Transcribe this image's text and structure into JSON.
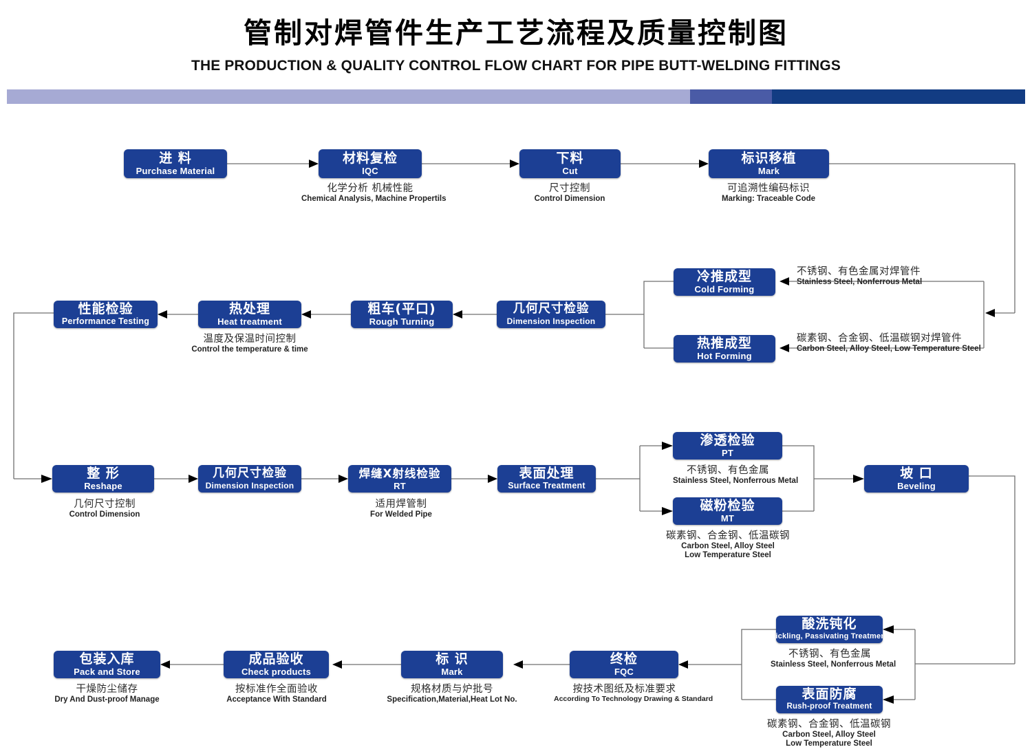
{
  "header": {
    "title_cn": "管制对焊管件生产工艺流程及质量控制图",
    "title_en": "THE PRODUCTION & QUALITY CONTROL FLOW CHART FOR PIPE BUTT-WELDING FITTINGS",
    "bar_colors": [
      "#a6aad4",
      "#4a5ba6",
      "#123c83"
    ]
  },
  "theme": {
    "box_fill": "#1c3f94",
    "box_text": "#ffffff",
    "connector": "#6f6f6f",
    "caption_text": "#222222"
  },
  "nodes": [
    {
      "id": "purchase",
      "cn": "进  料",
      "en": "Purchase Material"
    },
    {
      "id": "iqc",
      "cn": "材料复检",
      "en": "IQC"
    },
    {
      "id": "cut",
      "cn": "下料",
      "en": "Cut"
    },
    {
      "id": "mark1",
      "cn": "标识移植",
      "en": "Mark"
    },
    {
      "id": "cold",
      "cn": "冷推成型",
      "en": "Cold Forming"
    },
    {
      "id": "hot",
      "cn": "热推成型",
      "en": "Hot Forming"
    },
    {
      "id": "dim1",
      "cn": "几何尺寸检验",
      "en": "Dimension Inspection"
    },
    {
      "id": "rough",
      "cn": "粗车(平口)",
      "en": "Rough Turning"
    },
    {
      "id": "heat",
      "cn": "热处理",
      "en": "Heat treatment"
    },
    {
      "id": "perf",
      "cn": "性能检验",
      "en": "Performance Testing"
    },
    {
      "id": "reshape",
      "cn": "整  形",
      "en": "Reshape"
    },
    {
      "id": "dim2",
      "cn": "几何尺寸检验",
      "en": "Dimension Inspection"
    },
    {
      "id": "rt",
      "cn": "焊缝X射线检验",
      "en": "RT"
    },
    {
      "id": "surface",
      "cn": "表面处理",
      "en": "Surface Treatment"
    },
    {
      "id": "pt",
      "cn": "渗透检验",
      "en": "PT"
    },
    {
      "id": "mt",
      "cn": "磁粉检验",
      "en": "MT"
    },
    {
      "id": "bevel",
      "cn": "坡  口",
      "en": "Beveling"
    },
    {
      "id": "pickling",
      "cn": "酸洗钝化",
      "en": "Pickling, Passivating  Treatment"
    },
    {
      "id": "rustproof",
      "cn": "表面防腐",
      "en": "Rush-proof Treatment"
    },
    {
      "id": "fqc",
      "cn": "终检",
      "en": "FQC"
    },
    {
      "id": "mark2",
      "cn": "标  识",
      "en": "Mark"
    },
    {
      "id": "checkprod",
      "cn": "成品验收",
      "en": "Check products"
    },
    {
      "id": "pack",
      "cn": "包装入库",
      "en": "Pack and Store"
    }
  ],
  "captions": {
    "iqc": {
      "cn": "化学分析  机械性能",
      "en": "Chemical  Analysis,  Machine Propertils"
    },
    "cut": {
      "cn": "尺寸控制",
      "en": "Control Dimension"
    },
    "mark1": {
      "cn": "可追溯性编码标识",
      "en": "Marking: Traceable  Code"
    },
    "heat": {
      "cn": "温度及保温时间控制",
      "en": "Control the  temperature  &  time"
    },
    "reshape": {
      "cn": "几何尺寸控制",
      "en": "Control Dimension"
    },
    "rt": {
      "cn": "适用焊管制",
      "en": "For  Welded  Pipe"
    },
    "pt": {
      "cn": "不锈钢、有色金属",
      "en": "Stainless Steel, Nonferrous Metal"
    },
    "mt": {
      "cn": "碳素钢、合金钢、低温碳钢",
      "en": "Carbon Steel, Alloy Steel",
      "en2": "Low Temperature Steel"
    },
    "pickling": {
      "cn": "不锈钢、有色金属",
      "en": "Stainless Steel, Nonferrous Metal"
    },
    "rustproof": {
      "cn": "碳素钢、合金钢、低温碳钢",
      "en": "Carbon Steel, Alloy Steel",
      "en2": "Low Temperature Steel"
    },
    "fqc": {
      "cn": "按技术图纸及标准要求",
      "en": "According To Technology Drawing & Standard"
    },
    "mark2": {
      "cn": "规格材质与炉批号",
      "en": "Specification,Material,Heat Lot No."
    },
    "checkprod": {
      "cn": "按标准作全面验收",
      "en": "Acceptance  With  Standard"
    },
    "pack": {
      "cn": "干燥防尘储存",
      "en": "Dry  And Dust-proof  Manage"
    }
  },
  "edge_labels": {
    "cold_material": {
      "cn": "不锈钢、有色金属对焊管件",
      "en": "Stainless Steel, Nonferrous Metal"
    },
    "hot_material": {
      "cn": "碳素钢、合金钢、低温碳钢对焊管件",
      "en": "Carbon Steel, Alloy Steel, Low Temperature Steel"
    }
  }
}
